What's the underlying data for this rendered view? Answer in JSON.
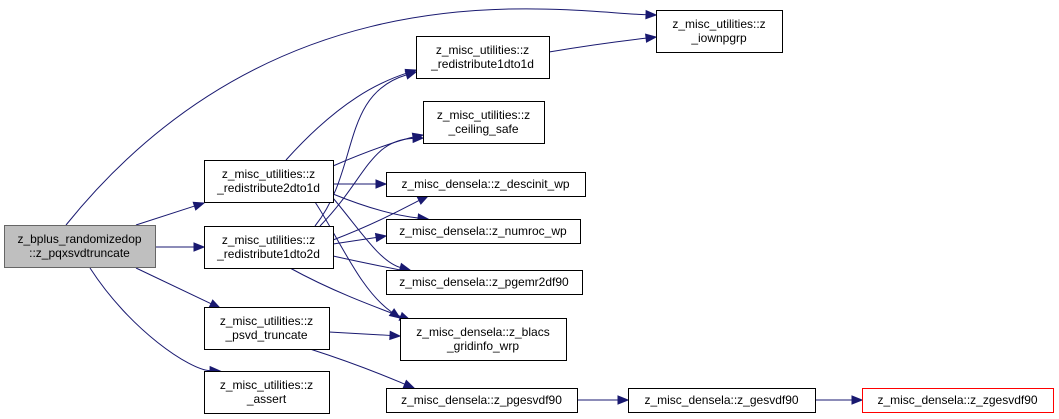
{
  "diagram": {
    "colors": {
      "edge": "#191970",
      "node_border": "#000000",
      "root_fill": "#bfbfbf",
      "root_border": "#666666",
      "truncated_border": "#ff0000"
    },
    "nodes": [
      {
        "id": "root",
        "lines": [
          "z_bplus_randomizedop",
          "::z_pqxsvdtruncate"
        ],
        "style": "root"
      },
      {
        "id": "r2dto1d",
        "lines": [
          "z_misc_utilities::z",
          "_redistribute2dto1d"
        ],
        "style": "normal"
      },
      {
        "id": "r1dto2d",
        "lines": [
          "z_misc_utilities::z",
          "_redistribute1dto2d"
        ],
        "style": "normal"
      },
      {
        "id": "psvd",
        "lines": [
          "z_misc_utilities::z",
          "_psvd_truncate"
        ],
        "style": "normal"
      },
      {
        "id": "assert",
        "lines": [
          "z_misc_utilities::z",
          "_assert"
        ],
        "style": "normal"
      },
      {
        "id": "r1dto1d",
        "lines": [
          "z_misc_utilities::z",
          "_redistribute1dto1d"
        ],
        "style": "normal"
      },
      {
        "id": "ceiling",
        "lines": [
          "z_misc_utilities::z",
          "_ceiling_safe"
        ],
        "style": "normal"
      },
      {
        "id": "descinit",
        "lines": [
          "z_misc_densela::z_descinit_wp"
        ],
        "style": "normal"
      },
      {
        "id": "numroc",
        "lines": [
          "z_misc_densela::z_numroc_wp"
        ],
        "style": "normal"
      },
      {
        "id": "pgemr2d",
        "lines": [
          "z_misc_densela::z_pgemr2df90"
        ],
        "style": "normal"
      },
      {
        "id": "blacs",
        "lines": [
          "z_misc_densela::z_blacs",
          "_gridinfo_wrp"
        ],
        "style": "normal"
      },
      {
        "id": "pgesvd",
        "lines": [
          "z_misc_densela::z_pgesvdf90"
        ],
        "style": "normal"
      },
      {
        "id": "iownpgrp",
        "lines": [
          "z_misc_utilities::z",
          "_iownpgrp"
        ],
        "style": "normal"
      },
      {
        "id": "gesvd",
        "lines": [
          "z_misc_densela::z_gesvdf90"
        ],
        "style": "normal"
      },
      {
        "id": "zgesvd",
        "lines": [
          "z_misc_densela::z_zgesvdf90"
        ],
        "style": "truncated"
      }
    ],
    "edges": [
      {
        "from": "root",
        "to": "iownpgrp"
      },
      {
        "from": "root",
        "to": "r2dto1d"
      },
      {
        "from": "root",
        "to": "r1dto2d"
      },
      {
        "from": "root",
        "to": "psvd"
      },
      {
        "from": "root",
        "to": "assert"
      },
      {
        "from": "r2dto1d",
        "to": "r1dto1d"
      },
      {
        "from": "r2dto1d",
        "to": "ceiling"
      },
      {
        "from": "r2dto1d",
        "to": "descinit"
      },
      {
        "from": "r2dto1d",
        "to": "numroc"
      },
      {
        "from": "r2dto1d",
        "to": "pgemr2d"
      },
      {
        "from": "r2dto1d",
        "to": "blacs"
      },
      {
        "from": "r1dto2d",
        "to": "r1dto1d"
      },
      {
        "from": "r1dto2d",
        "to": "ceiling"
      },
      {
        "from": "r1dto2d",
        "to": "descinit"
      },
      {
        "from": "r1dto2d",
        "to": "numroc"
      },
      {
        "from": "r1dto2d",
        "to": "pgemr2d"
      },
      {
        "from": "r1dto2d",
        "to": "blacs"
      },
      {
        "from": "r1dto1d",
        "to": "iownpgrp"
      },
      {
        "from": "psvd",
        "to": "blacs"
      },
      {
        "from": "psvd",
        "to": "pgesvd"
      },
      {
        "from": "pgesvd",
        "to": "gesvd"
      },
      {
        "from": "gesvd",
        "to": "zgesvd"
      }
    ]
  }
}
